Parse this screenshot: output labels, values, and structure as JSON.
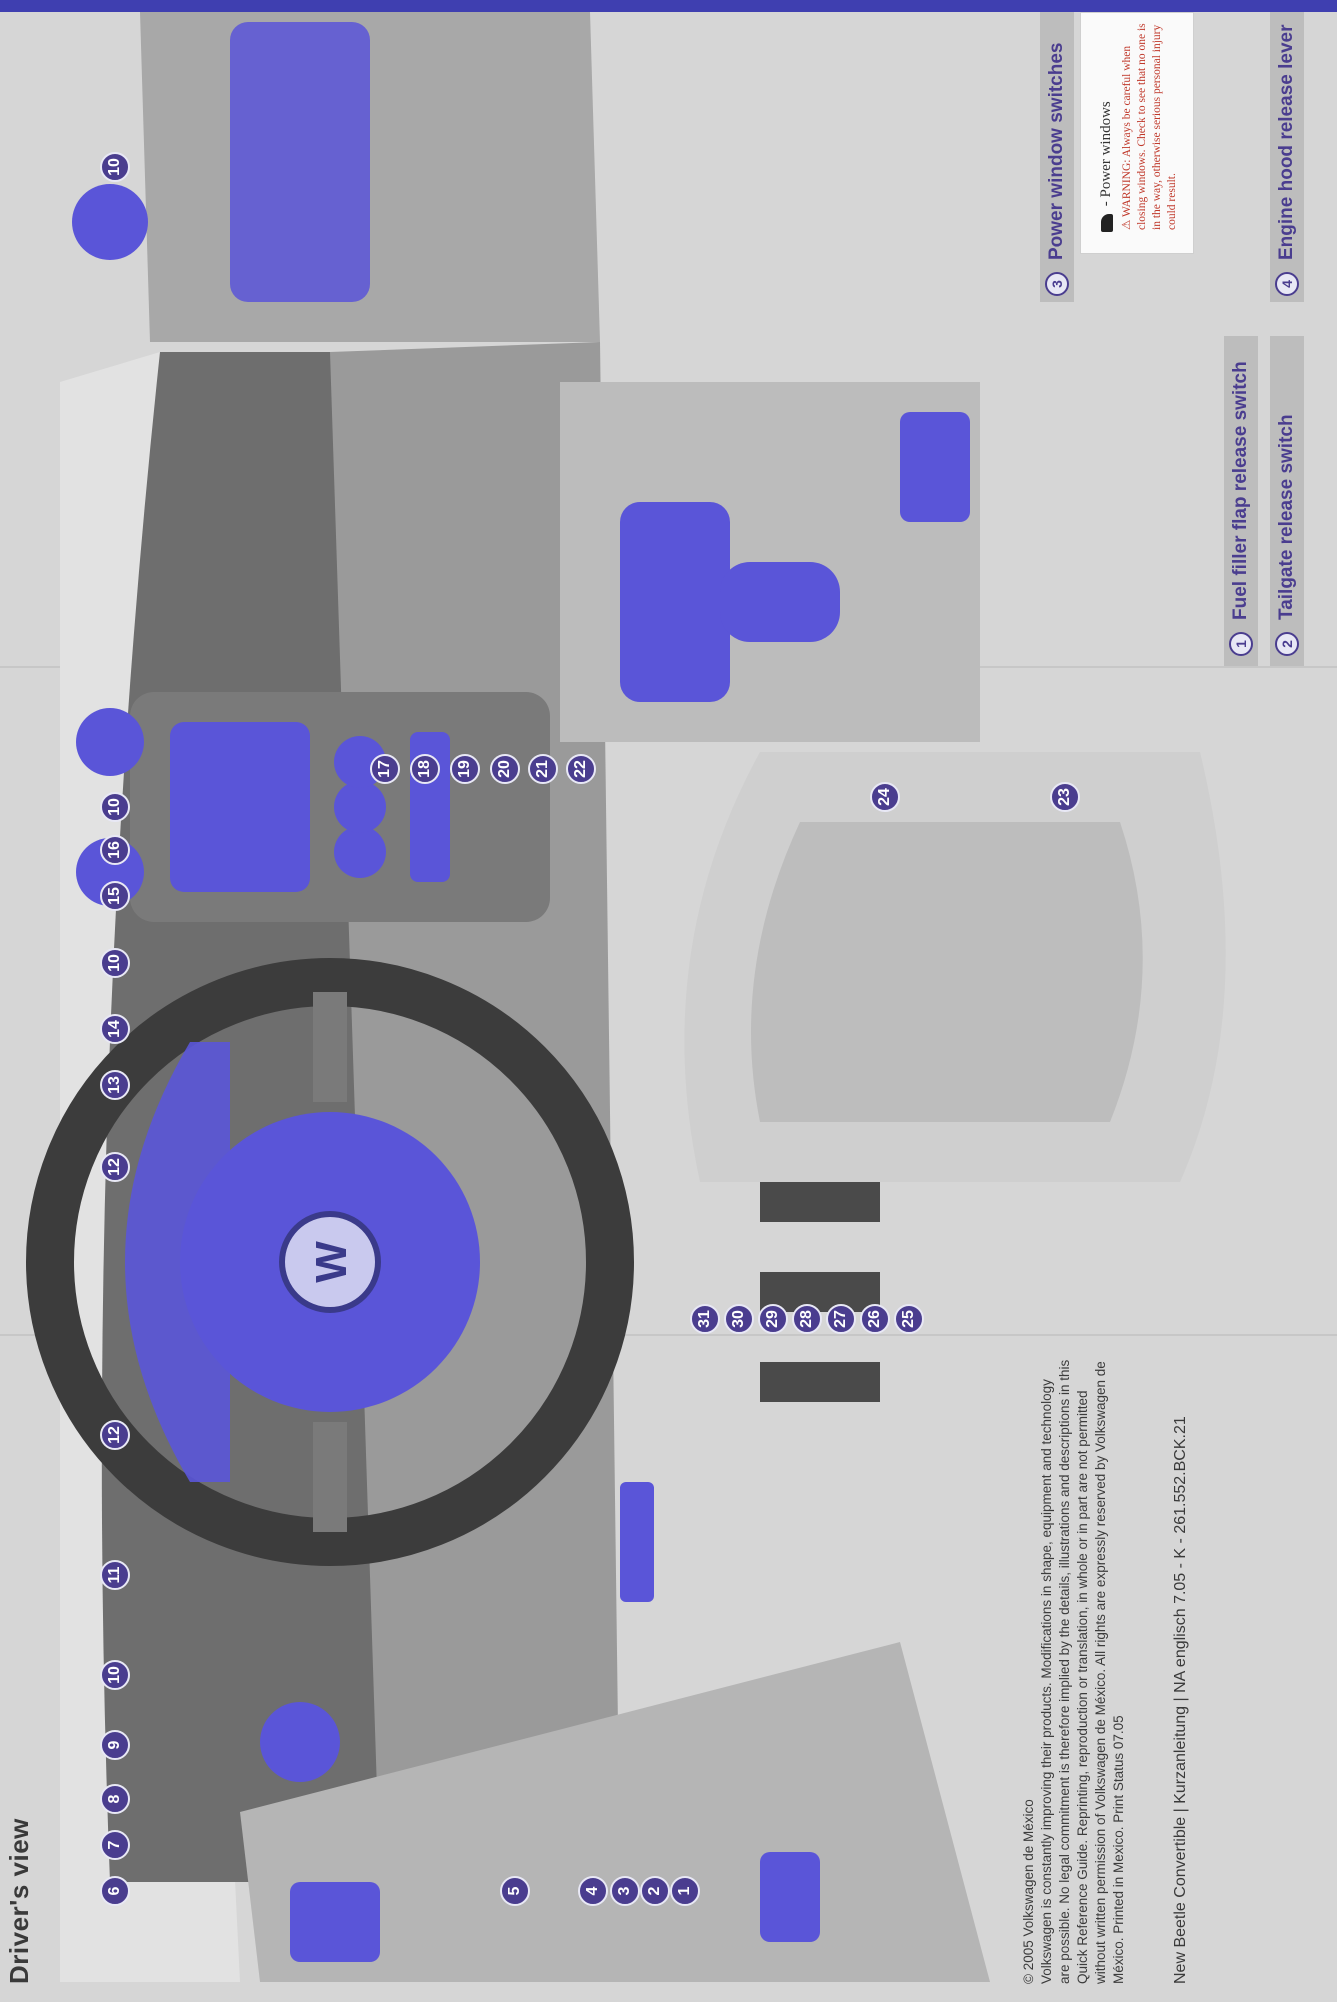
{
  "page": {
    "title": "Driver's view"
  },
  "callouts": {
    "top_row": [
      "6",
      "7",
      "8",
      "9",
      "10",
      "11",
      "12",
      "12",
      "13",
      "14",
      "10",
      "15",
      "16",
      "10",
      "17",
      "18",
      "19",
      "20",
      "21",
      "22",
      "10"
    ],
    "bottom_left": [
      "1",
      "2",
      "3",
      "4",
      "5"
    ],
    "bottom_center": [
      "31",
      "30",
      "29",
      "28",
      "27",
      "26",
      "25"
    ],
    "lower": [
      "24",
      "23"
    ]
  },
  "copyright": {
    "line1": "© 2005 Volkswagen de México",
    "line2": "Volkswagen is constantly improving their products. Modifications in shape, equipment and technology",
    "line3": "are possible. No legal commitment is therefore implied by the details, illustrations and descriptions in this",
    "line4": "Quick Reference Guide. Reprinting, reproduction or translation, in whole or in part are not permitted",
    "line5": "without written permission of Volkswagen de México. All rights are expressly reserved by Volkswagen de",
    "line6": "México. Printed in Mexico. Print Status 07.05"
  },
  "footer": "New Beetle Convertible | Kurzanleitung | NA englisch 7.05  -  K  -  261.552.BCK.21",
  "legend": [
    {
      "num": "1",
      "label": "Fuel filler flap release switch"
    },
    {
      "num": "2",
      "label": "Tailgate release switch"
    },
    {
      "num": "3",
      "label": "Power window switches"
    },
    {
      "num": "4",
      "label": "Engine hood release lever"
    }
  ],
  "power_windows": {
    "line": "- Power windows",
    "warning": "⚠ WARNING: Always be careful when closing windows. Check to see that no one is in the way, otherwise serious personal injury could result."
  },
  "colors": {
    "accent": "#4a3d8f",
    "part_highlight": "#5a55d8",
    "warning": "#c0392b"
  }
}
